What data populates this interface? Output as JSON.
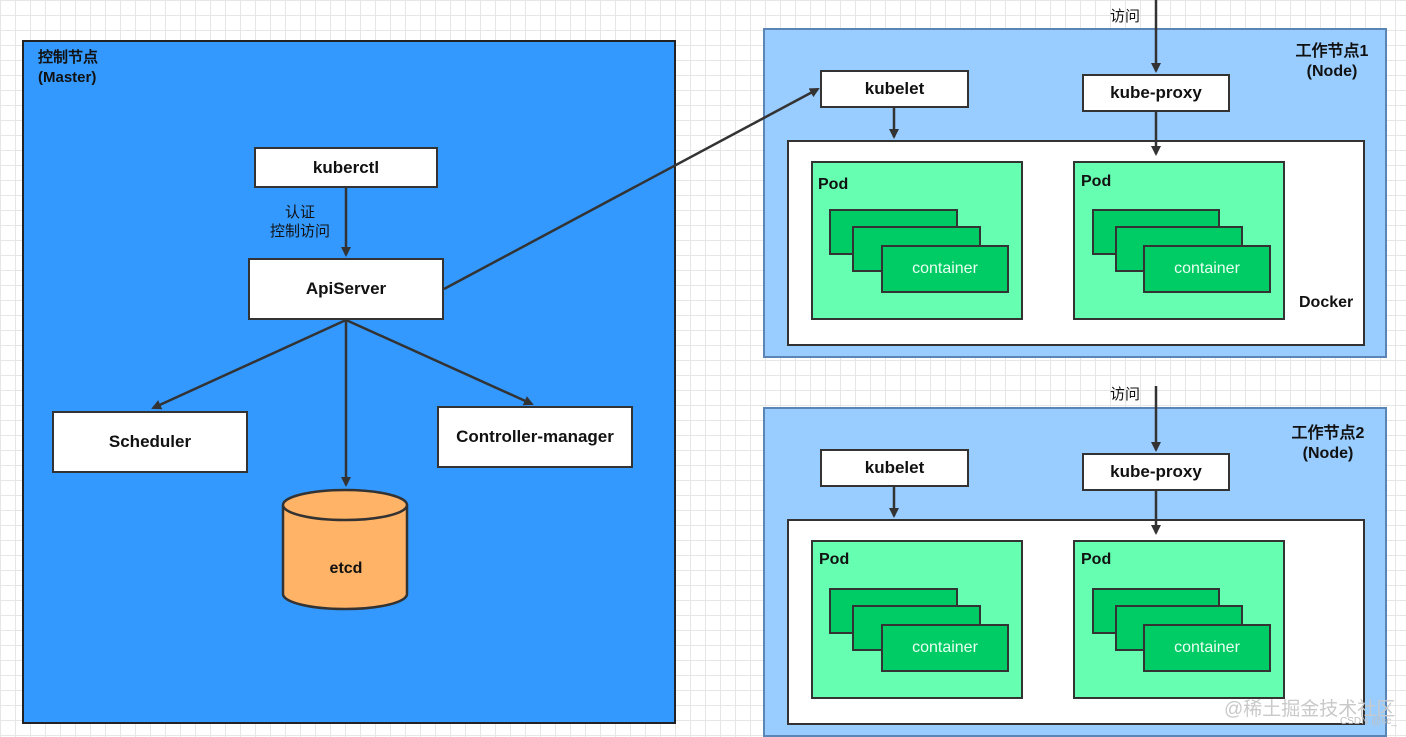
{
  "master": {
    "title_line1": "控制节点",
    "title_line2": "(Master)",
    "kubectl": "kuberctl",
    "auth_line1": "认证",
    "auth_line2": "控制访问",
    "apiserver": "ApiServer",
    "scheduler": "Scheduler",
    "controller_manager": "Controller-manager",
    "etcd": "etcd"
  },
  "nodes": [
    {
      "title_line1": "工作节点1",
      "title_line2": "(Node)",
      "access": "访问",
      "kubelet": "kubelet",
      "kube_proxy": "kube-proxy",
      "docker": "Docker",
      "pods": [
        {
          "label": "Pod",
          "container": "container"
        },
        {
          "label": "Pod",
          "container": "container"
        }
      ]
    },
    {
      "title_line1": "工作节点2",
      "title_line2": "(Node)",
      "access": "访问",
      "kubelet": "kubelet",
      "kube_proxy": "kube-proxy",
      "pods": [
        {
          "label": "Pod",
          "container": "container"
        },
        {
          "label": "Pod",
          "container": "container"
        }
      ]
    }
  ],
  "watermark": {
    "main": "@稀土掘金技术社区",
    "sub": "CSDN @sc_"
  },
  "colors": {
    "master_bg": "#3399ff",
    "node_bg": "#99ccff",
    "pod_bg": "#66ffb2",
    "container_bg": "#00cc66",
    "etcd_bg": "#ffb366"
  }
}
